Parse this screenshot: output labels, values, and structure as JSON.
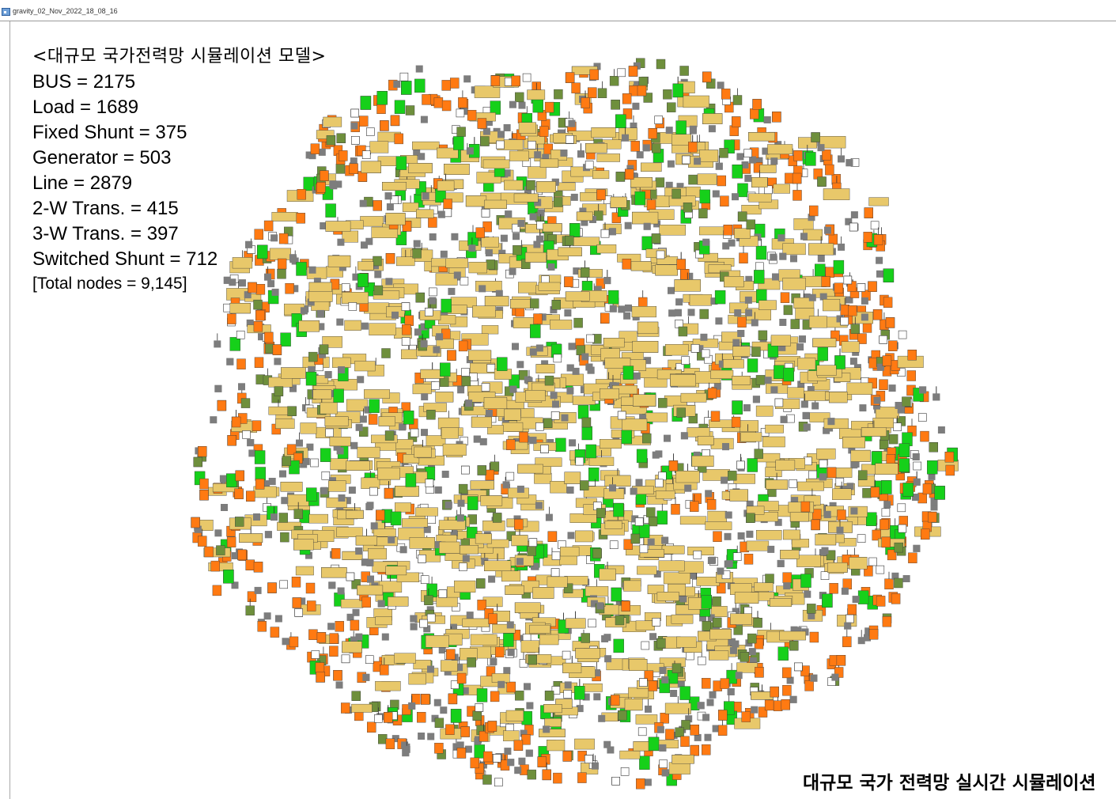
{
  "window": {
    "title": "gravity_02_Nov_2022_18_08_16"
  },
  "legend": {
    "title": "<대규모 국가전력망 시뮬레이션 모델>",
    "stats": [
      "BUS = 2175",
      "Load = 1689",
      "Fixed Shunt = 375",
      "Generator = 503",
      "Line = 2879",
      "2-W Trans. = 415",
      "3-W Trans. = 397",
      "Switched Shunt = 712"
    ],
    "total": "[Total nodes = 9,145]"
  },
  "caption": "대규모 국가 전력망 실시간 시뮬레이션",
  "colors": {
    "bus": "#e8c86a",
    "load": "#7d7d7d",
    "generator": "#16d01a",
    "fixed_shunt": "#ff7a12",
    "switched_shunt": "#6e8f3c",
    "transformer": "#ffffff",
    "outline": "#3a3a3a"
  },
  "graph": {
    "layout": "gravity",
    "node_types": [
      "bus",
      "load",
      "generator",
      "fixed-shunt",
      "switched-shunt",
      "transformer"
    ]
  }
}
